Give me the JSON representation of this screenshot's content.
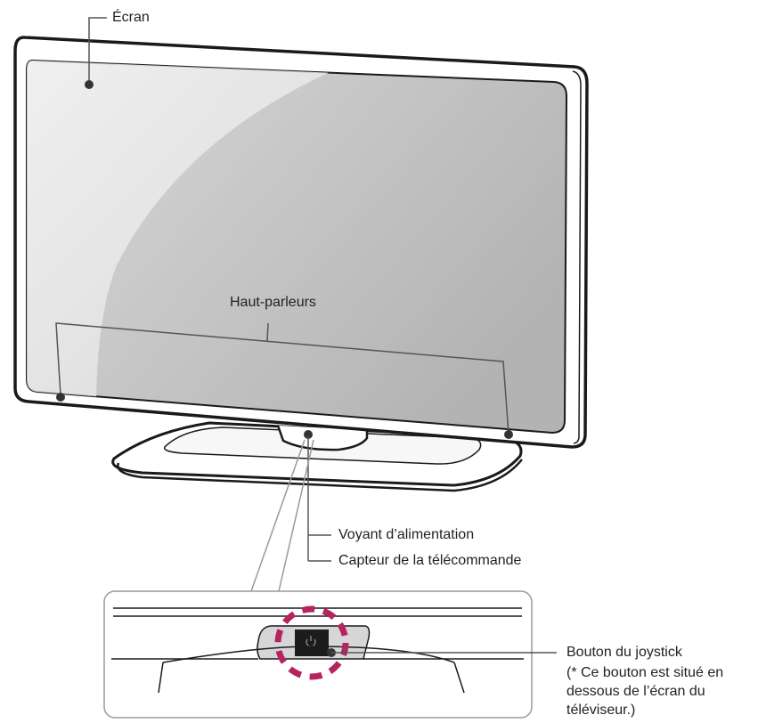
{
  "labels": {
    "screen": "Écran",
    "speakers": "Haut-parleurs",
    "power_indicator": "Voyant d’alimentation",
    "remote_sensor": "Capteur de la télécommande",
    "joystick_button": "Bouton du joystick",
    "joystick_note": "(* Ce bouton est situé en dessous de l’écran du téléviseur.)"
  },
  "colors": {
    "outline": "#1a1a1a",
    "screen_light": "#f0f0f0",
    "screen_dark": "#b9b9b9",
    "leader_line": "#555555",
    "highlight_circle": "#b5245f",
    "inset_border": "#9a9a9a"
  },
  "icons": {
    "power": "power-icon"
  }
}
